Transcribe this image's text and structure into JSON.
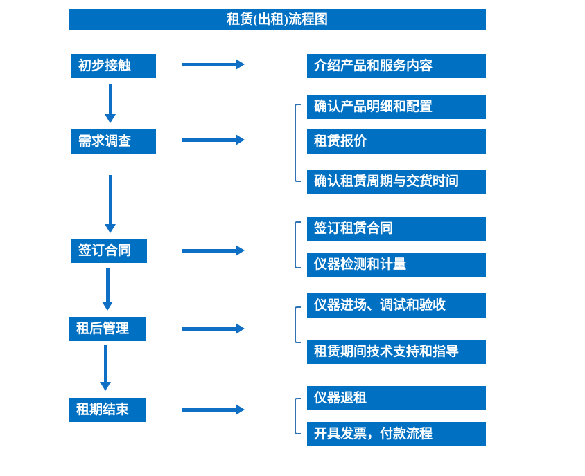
{
  "title": "租赁(出租)流程图",
  "colors": {
    "box_blue": "#0070C2",
    "arrow_blue": "#0E6FC4",
    "bracket_blue": "#2E74B5",
    "text_white": "#FFFFFF"
  },
  "steps": [
    {
      "label": "初步接触",
      "children": [
        "介绍产品和服务内容"
      ]
    },
    {
      "label": "需求调查",
      "children": [
        "确认产品明细和配置",
        "租赁报价",
        "确认租赁周期与交货时间"
      ]
    },
    {
      "label": "签订合同",
      "children": [
        "签订租赁合同",
        "仪器检测和计量"
      ]
    },
    {
      "label": "租后管理",
      "children": [
        "仪器进场、调试和验收",
        "租赁期间技术支持和指导"
      ]
    },
    {
      "label": "租期结束",
      "children": [
        "仪器退租",
        "开具发票，付款流程"
      ]
    }
  ]
}
